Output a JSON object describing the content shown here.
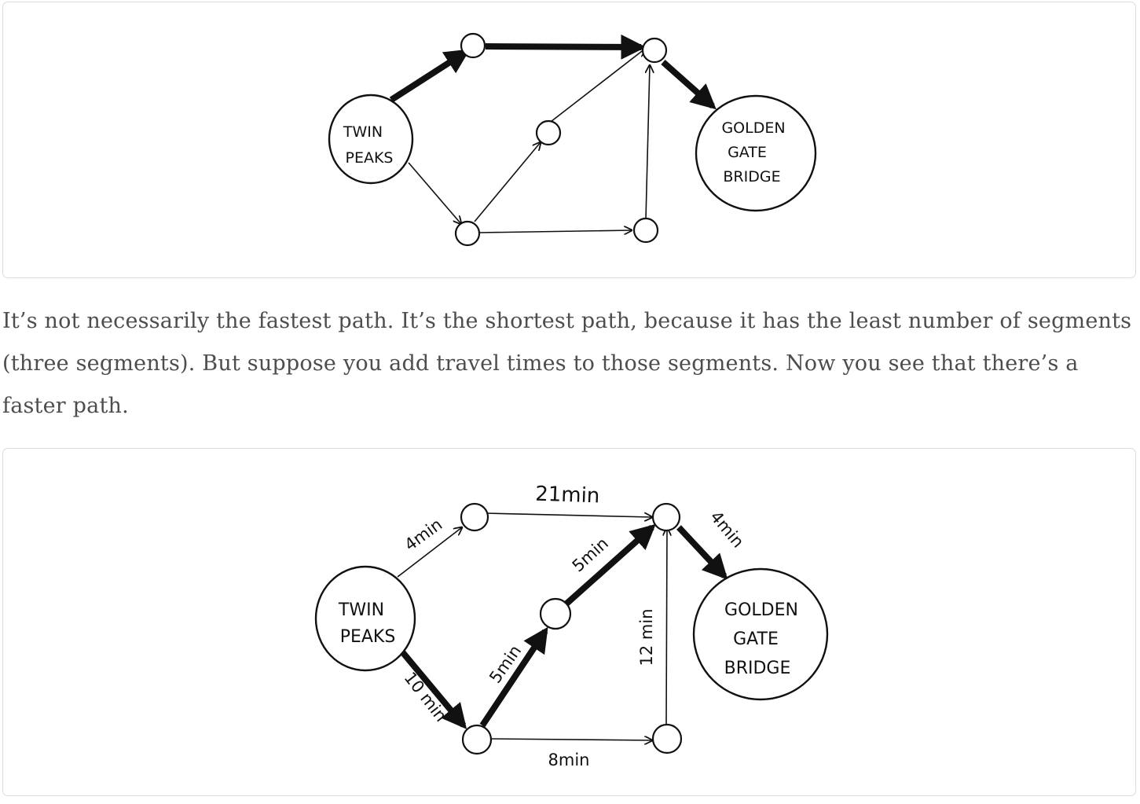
{
  "figure_top": {
    "start_node": [
      "TWIN",
      "PEAKS"
    ],
    "end_node": [
      "GOLDEN",
      "GATE",
      "BRIDGE"
    ]
  },
  "paragraph": "It’s not necessarily the fastest path. It’s the shortest path, because it has the least number of segments (three segments). But suppose you add travel times to those segments. Now you see that there’s a faster path.",
  "figure_bottom": {
    "start_node": [
      "TWIN",
      "PEAKS"
    ],
    "end_node": [
      "GOLDEN",
      "GATE",
      "BRIDGE"
    ],
    "edge_labels": {
      "twin_to_top": "4min",
      "top_to_right": "21min",
      "right_to_golden": "4min",
      "twin_to_bottom": "10 min",
      "bottom_to_middle": "5min",
      "middle_to_right": "5min",
      "bottomright_to_right": "12 min",
      "bottom_to_bottomright": "8min"
    }
  }
}
